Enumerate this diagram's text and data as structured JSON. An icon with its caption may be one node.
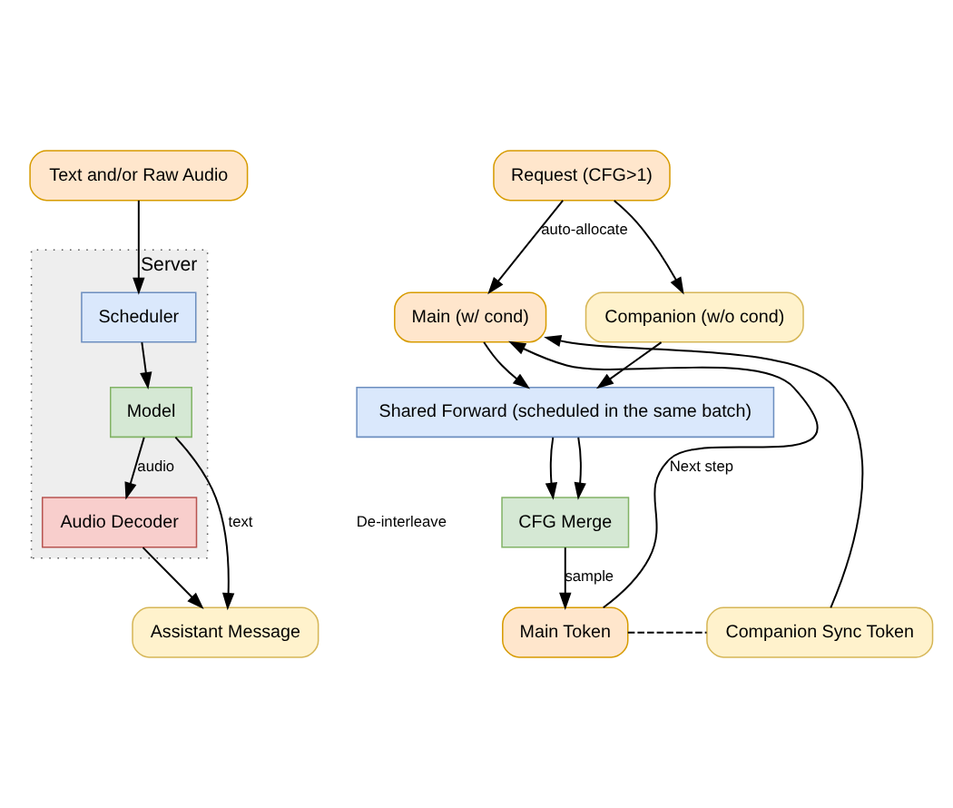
{
  "diagram": {
    "nodes": [
      {
        "text": [
          "Text and/or Raw Audio"
        ]
      },
      {
        "text": [
          "Server"
        ]
      },
      {
        "text": [
          "Scheduler"
        ],
        "in": 1
      },
      {
        "text": [
          "Model"
        ],
        "in": 1
      },
      {
        "text": [
          "Audio Decoder"
        ],
        "in": 1
      },
      {
        "text": [
          "Assistant Message"
        ]
      },
      {
        "text": [
          "Request (CFG>1)"
        ]
      },
      {
        "text": [
          "Main (w/ cond)"
        ]
      },
      {
        "text": [
          "Companion (w/o cond)"
        ]
      },
      {
        "text": [
          "Shared Forward (scheduled in the same batch)"
        ]
      },
      {
        "text": [
          "CFG Merge"
        ]
      },
      {
        "text": [
          "Main Token"
        ]
      },
      {
        "text": [
          "Companion Sync Token"
        ]
      }
    ],
    "edges": [
      {
        "from": 0,
        "to": 2,
        "arrow": "to"
      },
      {
        "from": 2,
        "to": 3,
        "arrow": "to"
      },
      {
        "from": 3,
        "to": 4,
        "arrow": "to",
        "label": "audio"
      },
      {
        "from": 3,
        "to": 5,
        "arrow": "to",
        "label": "text"
      },
      {
        "from": 4,
        "to": 5,
        "arrow": "to"
      },
      {
        "from": 6,
        "to": 7,
        "arrow": "to",
        "label": "auto-allocate"
      },
      {
        "from": 6,
        "to": 8,
        "arrow": "to"
      },
      {
        "from": 7,
        "to": 9,
        "arrow": "to"
      },
      {
        "from": 8,
        "to": 9,
        "arrow": "to"
      },
      {
        "from": 9,
        "to": 10,
        "arrow": "to"
      },
      {
        "from": 9,
        "to": 10,
        "arrow": "to"
      },
      {
        "from": 10,
        "to": 11,
        "arrow": "to",
        "label": "sample"
      },
      {
        "from": 11,
        "to": 12,
        "arrow": "none",
        "style": "dashed"
      },
      {
        "from": 11,
        "to": 7,
        "arrow": "to",
        "label": "Next step"
      },
      {
        "from": 12,
        "to": 7,
        "arrow": "to"
      }
    ],
    "labels": [
      "De-interleave"
    ]
  }
}
